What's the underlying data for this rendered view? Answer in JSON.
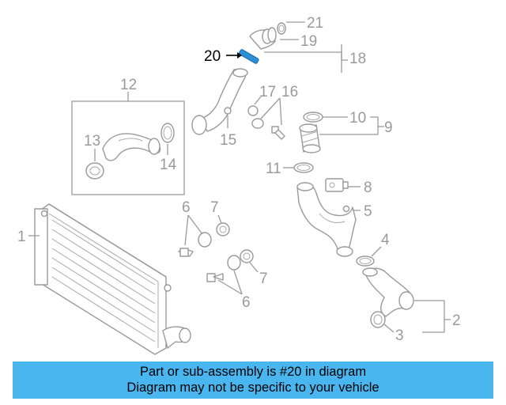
{
  "diagram": {
    "callouts": {
      "c1": "1",
      "c2": "2",
      "c3": "3",
      "c4": "4",
      "c5": "5",
      "c6a": "6",
      "c6b": "6",
      "c7a": "7",
      "c7b": "7",
      "c8": "8",
      "c9": "9",
      "c10": "10",
      "c11": "11",
      "c12": "12",
      "c13": "13",
      "c14": "14",
      "c15": "15",
      "c16": "16",
      "c17": "17",
      "c18": "18",
      "c19": "19",
      "c20": "20",
      "c21": "21"
    },
    "highlighted_part": "20",
    "highlight_color": "#2a8fd6"
  },
  "banner": {
    "line1": "Part or sub-assembly is #20 in diagram",
    "line2": "Diagram may not be specific to your vehicle",
    "background": "#49b6f0"
  }
}
